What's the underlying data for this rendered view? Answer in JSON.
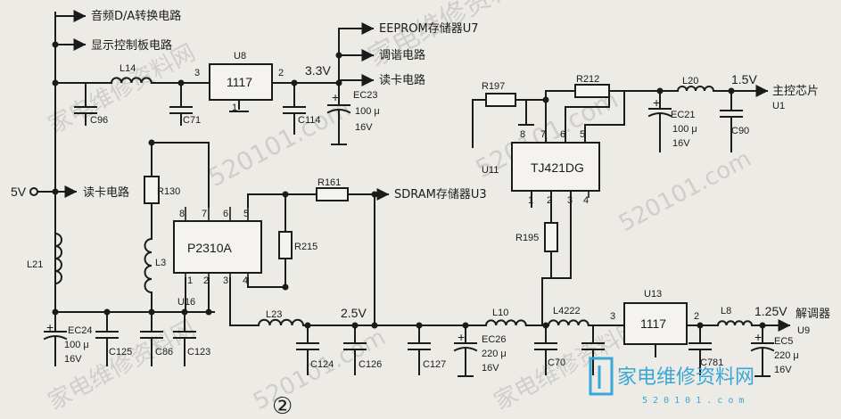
{
  "figure_number": "②",
  "watermark": {
    "text": "家电维修资料网",
    "url": "520101.com"
  },
  "logo": {
    "text": "家电维修资料网",
    "url": "5 2 0 1 0 1 . c o m"
  },
  "inputs": {
    "v5": "5V"
  },
  "destinations": {
    "audio_da": "音频D/A转换电路",
    "display_panel": "显示控制板电路",
    "card_reader_left": "读卡电路",
    "eeprom": "EEPROM存储器U7",
    "tuner": "调谐电路",
    "card_reader_right": "读卡电路",
    "sdram": "SDRAM存储器U3",
    "main_chip": "主控芯片",
    "main_chip_ref": "U1",
    "demod": "解调器",
    "demod_ref": "U9"
  },
  "voltages": {
    "v33": "3.3V",
    "v15": "1.5V",
    "v25": "2.5V",
    "v125": "1.25V"
  },
  "ics": {
    "u8": {
      "ref": "U8",
      "part": "1117",
      "p1": "1",
      "p2": "2",
      "p3": "3"
    },
    "u16": {
      "ref": "U16",
      "part": "P2310A",
      "p1": "1",
      "p2": "2",
      "p3": "3",
      "p4": "4",
      "p5": "5",
      "p6": "6",
      "p7": "7",
      "p8": "8"
    },
    "u11": {
      "ref": "U11",
      "part": "TJ421DG",
      "p1": "1",
      "p2": "2",
      "p3": "3",
      "p4": "4",
      "p5": "5",
      "p6": "6",
      "p7": "7",
      "p8": "8"
    },
    "u13": {
      "ref": "U13",
      "part": "1117",
      "p2": "2",
      "p3": "3"
    }
  },
  "inductors": {
    "l14": "L14",
    "l21": "L21",
    "l3": "L3",
    "l23": "L23",
    "l10": "L10",
    "l4222": "L4222",
    "l20": "L20",
    "l8": "L8"
  },
  "resistors": {
    "r130": "R130",
    "r161": "R161",
    "r215": "R215",
    "r197": "R197",
    "r212": "R212",
    "r195": "R195"
  },
  "capacitors": {
    "c96": "C96",
    "c71": "C71",
    "c114": "C114",
    "ec23": "EC23",
    "ec23_val": "100 μ",
    "ec23_v": "16V",
    "ec21": "EC21",
    "ec21_val": "100 μ",
    "ec21_v": "16V",
    "c90": "C90",
    "ec24": "EC24",
    "ec24_val": "100 μ",
    "ec24_v": "16V",
    "c125": "C125",
    "c86": "C86",
    "c123": "C123",
    "c124": "C124",
    "c126": "C126",
    "c127": "C127",
    "ec26": "EC26",
    "ec26_val": "220 μ",
    "ec26_v": "16V",
    "c70": "C70",
    "c781": "C781",
    "ec5": "EC5",
    "ec5_val": "220 μ",
    "ec5_v": "16V"
  }
}
